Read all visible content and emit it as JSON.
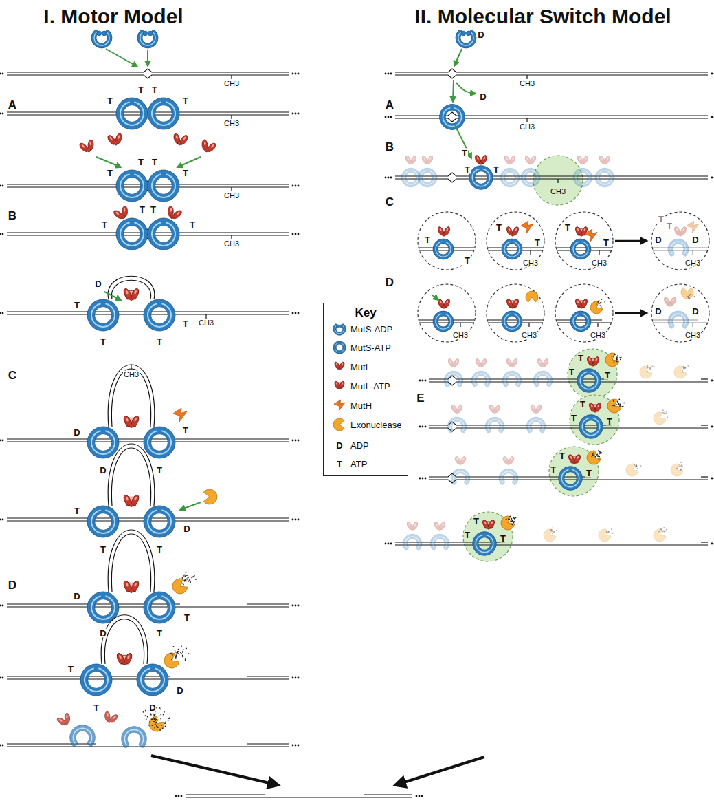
{
  "diagram": {
    "nodes": [
      {
        "text": [
          "Key"
        ]
      }
    ],
    "labels": [
      "I. Motor Model",
      "II. Molecular Switch Model",
      "CH3",
      "A",
      "T",
      "T",
      "T",
      "T",
      "CH3",
      "T",
      "T",
      "T",
      "T",
      "CH3",
      "B",
      "T",
      "T",
      "T",
      "T",
      "CH3",
      "D",
      "T",
      "T",
      "T",
      "T",
      "CH3",
      "C",
      "CH3",
      "D",
      "T",
      "D",
      "T",
      "T",
      "D",
      "T",
      "T",
      "D",
      "D",
      "T",
      "D",
      "T",
      "T",
      "D",
      "T",
      "D",
      "D",
      "CH3",
      "D",
      "A",
      "CH3",
      "B",
      "T",
      "T",
      "T",
      "CH3",
      "C",
      "T",
      "T",
      "T",
      "T",
      "CH3",
      "T",
      "T",
      "CH3",
      "T",
      "T",
      "D",
      "D",
      "CH3",
      "D",
      "CH3",
      "CH3",
      "CH3",
      "D",
      "D",
      "CH3",
      "T",
      "T",
      "T",
      "E",
      "T",
      "T",
      "T",
      "T",
      "T",
      "T",
      "T",
      "T",
      "T",
      "D",
      "T"
    ],
    "legend": [
      {
        "text": "MutS-ADP"
      },
      {
        "text": "MutS-ATP"
      },
      {
        "text": "MutL"
      },
      {
        "text": "MutL-ATP"
      },
      {
        "text": "MutH"
      },
      {
        "text": "Exonuclease"
      },
      {
        "text": "ADP"
      },
      {
        "text": "ATP"
      }
    ]
  }
}
